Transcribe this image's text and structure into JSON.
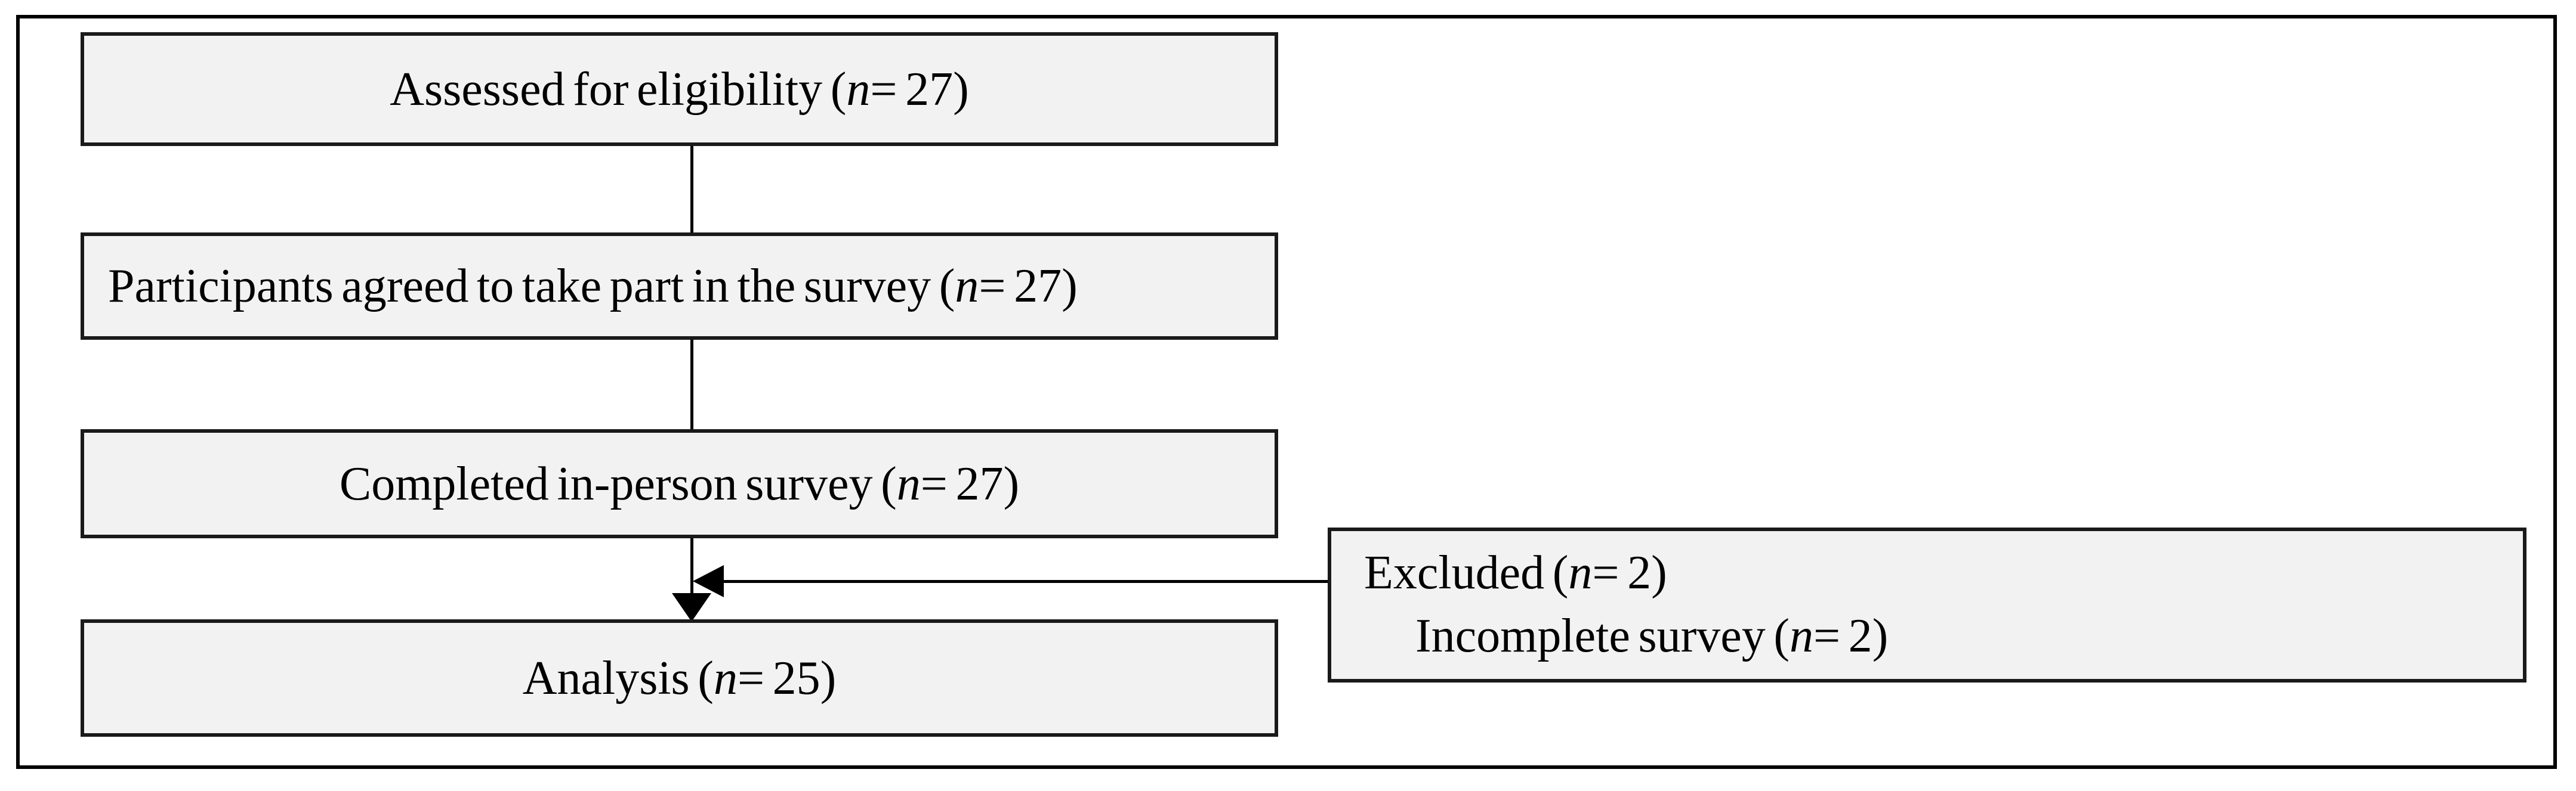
{
  "figure": {
    "kind": "participant-flow-diagram",
    "background_color": "#ffffff",
    "frame_border_color": "#000000",
    "box_fill_color": "#f2f2f2",
    "box_border_color": "#1a1a1a",
    "text_color": "#000000"
  },
  "flow": {
    "assessed": {
      "pre": "Assessed for eligibility (",
      "n": "n",
      "post": "= 27)"
    },
    "agreed": {
      "pre": "Participants agreed to take part in the survey (",
      "n": "n",
      "post": "= 27)"
    },
    "completed": {
      "pre": "Completed in-person survey (",
      "n": "n",
      "post": "= 27)"
    },
    "analysis": {
      "pre": "Analysis (",
      "n": "n",
      "post": "= 25)"
    },
    "excluded": {
      "line1": {
        "pre": "Excluded (",
        "n": "n",
        "post": "= 2)"
      },
      "line2": {
        "pre": "Incomplete survey (",
        "n": "n",
        "post": "= 2)"
      }
    }
  }
}
